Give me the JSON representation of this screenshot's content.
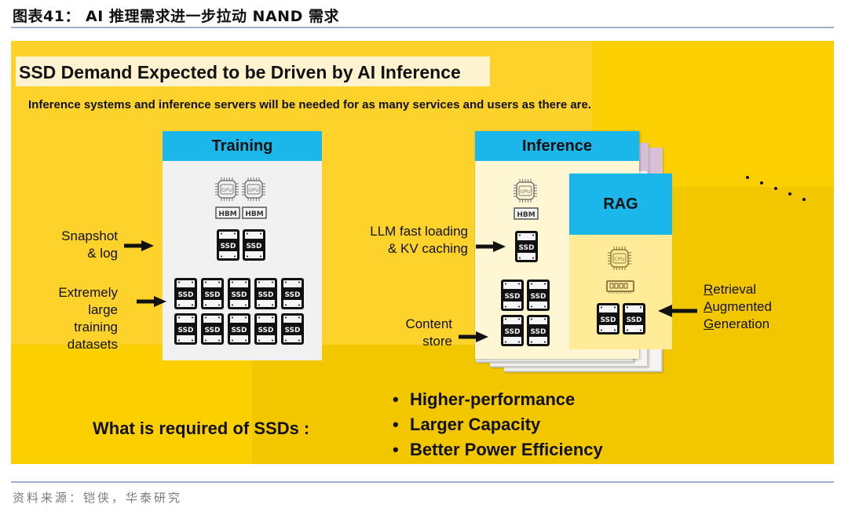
{
  "figure_title": "图表41： AI 推理需求进一步拉动 NAND 需求",
  "source_note": "资料来源：铠侠，华泰研究",
  "slide": {
    "headline": "SSD Demand Expected to be Driven by AI Inference",
    "subline": "Inference systems and inference servers will be needed for as many services and users as there are.",
    "colors": {
      "background": "#fdd22a",
      "panel_header": "#1bb7ea",
      "training_panel": "#f1f1f1",
      "inference_panel": "#fff6d3",
      "rag_body": "#ffeb98"
    },
    "training": {
      "title": "Training",
      "gpu_labels": [
        "GPU",
        "GPU"
      ],
      "hbm_labels": [
        "HBM",
        "HBM"
      ],
      "ssd_label": "SSD",
      "snapshot_ssd_count": 2,
      "dataset_ssd_count": 10,
      "callouts": {
        "snapshot": [
          "Snapshot",
          "& log"
        ],
        "datasets": [
          "Extremely",
          "large",
          "training",
          "datasets"
        ]
      }
    },
    "inference": {
      "title": "Inference",
      "gpu_label": "GPU",
      "hbm_label": "HBM",
      "ssd_label": "SSD",
      "content_ssd_count": 4,
      "rag": {
        "title": "RAG",
        "cpu_label": "CPU",
        "ssd_count": 2
      },
      "callouts": {
        "llm": [
          "LLM fast loading",
          "& KV caching"
        ],
        "content": [
          "Content",
          "store"
        ],
        "rag": [
          {
            "initial": "R",
            "rest": "etrieval"
          },
          {
            "initial": "A",
            "rest": "ugmented"
          },
          {
            "initial": "G",
            "rest": "eneration"
          }
        ]
      },
      "stacked_copies": 3
    },
    "requirements": {
      "label": "What is required of SSDs :",
      "bullet": "•",
      "items": [
        "Higher-performance",
        "Larger Capacity",
        "Better Power Efficiency"
      ]
    }
  }
}
